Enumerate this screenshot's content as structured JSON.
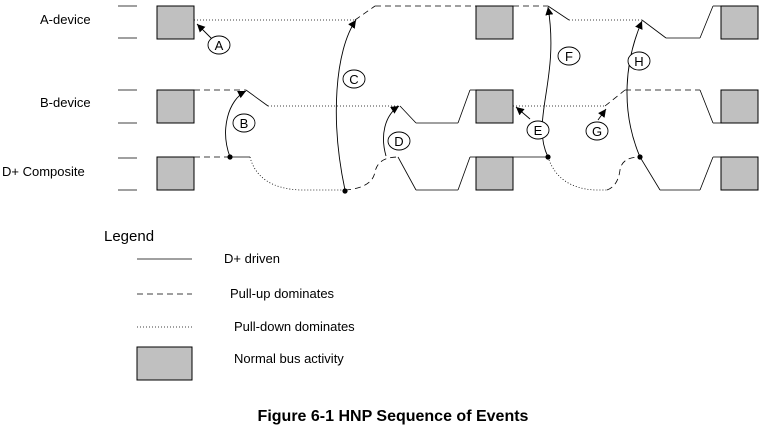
{
  "rows": [
    {
      "id": "a",
      "label": "A-device"
    },
    {
      "id": "b",
      "label": "B-device"
    },
    {
      "id": "dp",
      "label": "D+ Composite"
    }
  ],
  "markers": [
    "A",
    "B",
    "C",
    "D",
    "E",
    "F",
    "G",
    "H"
  ],
  "legend": {
    "title": "Legend",
    "items": [
      {
        "style": "solid",
        "label": "D+ driven"
      },
      {
        "style": "dashed",
        "label": "Pull-up dominates"
      },
      {
        "style": "dotted",
        "label": "Pull-down dominates"
      },
      {
        "style": "box",
        "label": "Normal bus activity"
      }
    ]
  },
  "caption": "Figure 6-1  HNP Sequence of Events",
  "colors": {
    "box_fill": "#c0c0c0",
    "line": "#000000"
  }
}
